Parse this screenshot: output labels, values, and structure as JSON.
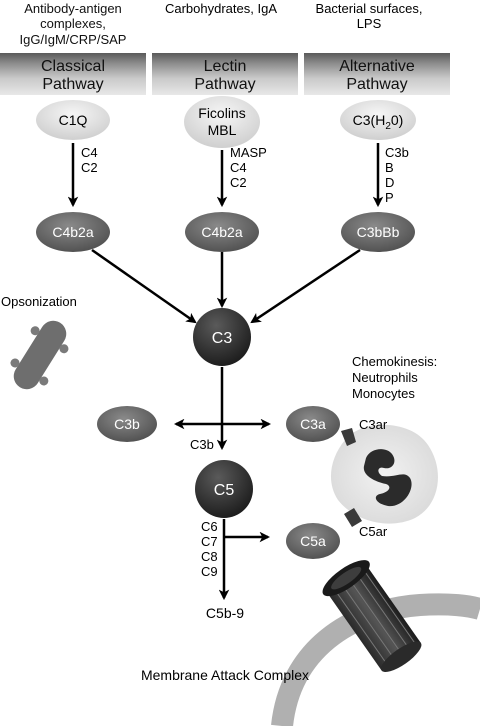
{
  "activators": {
    "classical_line1": "Antibody-antigen",
    "classical_line2": "complexes,",
    "classical_line3": "IgG/IgM/CRP/SAP",
    "lectin": "Carbohydrates, IgA",
    "alternative_line1": "Bacterial surfaces,",
    "alternative_line2": "LPS"
  },
  "pathways": {
    "classical": [
      "Classical",
      "Pathway"
    ],
    "lectin": [
      "Lectin",
      "Pathway"
    ],
    "alternative": [
      "Alternative",
      "Pathway"
    ]
  },
  "initiators": {
    "c1q": "C1Q",
    "ficolins": "Ficolins",
    "mbl": "MBL",
    "c3h2o_main": "C3(H",
    "c3h2o_sub": "2",
    "c3h2o_end": "0)"
  },
  "factors": {
    "classical": [
      "C4",
      "C2"
    ],
    "lectin": [
      "MASP",
      "C4",
      "C2"
    ],
    "alternative": [
      "C3b",
      "B",
      "D",
      "P"
    ]
  },
  "convertases": {
    "classical": "C4b2a",
    "lectin": "C4b2a",
    "alternative": "C3bBb"
  },
  "central": {
    "c3": "C3",
    "c3b_left": "C3b",
    "c3b_down": "C3b",
    "c3a": "C3a",
    "c5": "C5",
    "c5a": "C5a",
    "c5b9": "C5b-9",
    "c5_factors": [
      "C6",
      "C7",
      "C8",
      "C9"
    ]
  },
  "receptors": {
    "c3ar": "C3ar",
    "c5ar": "C5ar"
  },
  "labels": {
    "opsonization": "Opsonization",
    "chemokinesis": [
      "Chemokinesis:",
      "Neutrophils",
      "Monocytes"
    ],
    "mac": "Membrane Attack Complex"
  }
}
